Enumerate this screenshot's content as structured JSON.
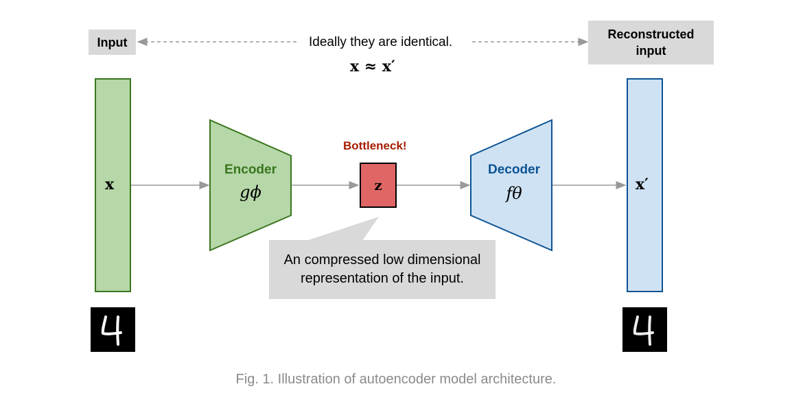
{
  "labels": {
    "input": "Input",
    "reconstructed_line1": "Reconstructed",
    "reconstructed_line2": "input",
    "ideal_text": "Ideally they are identical.",
    "approx_formula": "x ≈ x′",
    "x_symbol": "x",
    "x_prime_symbol": "x′",
    "encoder_title": "Encoder",
    "encoder_function": "gϕ",
    "decoder_title": "Decoder",
    "decoder_function": "fθ",
    "bottleneck_title": "Bottleneck!",
    "z_symbol": "z",
    "callout_line1": "An compressed low dimensional",
    "callout_line2": "representation of the input.",
    "digit_input": "4",
    "digit_output": "4"
  },
  "caption": "Fig. 1. Illustration of autoencoder model architecture.",
  "colors": {
    "input_fill": "#b6d7a8",
    "input_stroke": "#38761d",
    "output_fill": "#cfe2f3",
    "output_stroke": "#0b5394",
    "bottleneck_fill": "#e06666",
    "bottleneck_text": "#a61c00",
    "callout_fill": "#d9d9d9",
    "arrow": "#999999"
  }
}
